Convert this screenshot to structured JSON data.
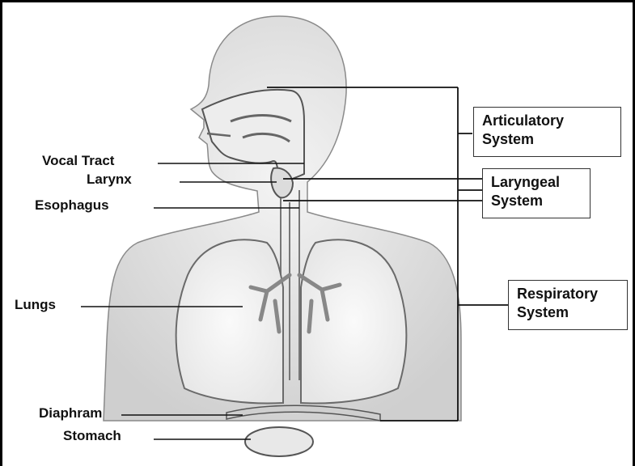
{
  "labels": {
    "vocal_tract": "Vocal Tract",
    "larynx": "Larynx",
    "esophagus": "Esophagus",
    "lungs": "Lungs",
    "diaphram": "Diaphram",
    "stomach": "Stomach"
  },
  "systems": {
    "articulatory": [
      "Articulatory",
      "System"
    ],
    "laryngeal": [
      "Laryngeal",
      "System"
    ],
    "respiratory": [
      "Respiratory",
      "System"
    ]
  }
}
